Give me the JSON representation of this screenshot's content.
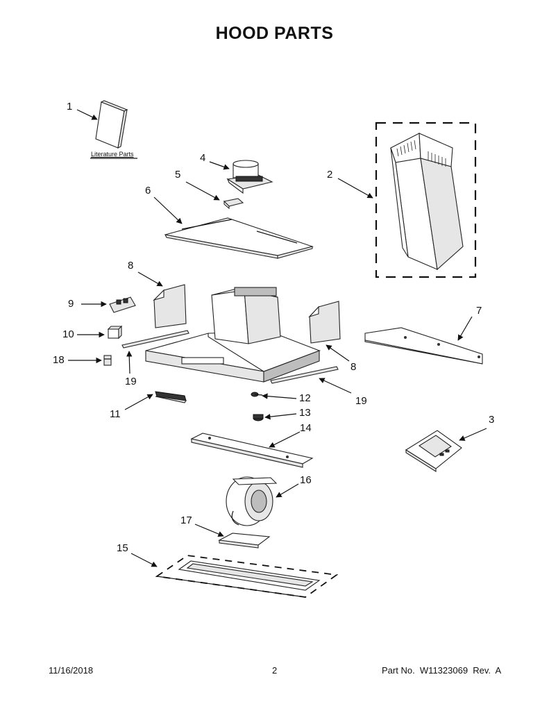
{
  "title": "HOOD PARTS",
  "literature_label": "Literature Parts",
  "callouts": [
    "1",
    "2",
    "3",
    "4",
    "5",
    "6",
    "7",
    "8",
    "8",
    "9",
    "10",
    "11",
    "12",
    "13",
    "14",
    "15",
    "16",
    "17",
    "18",
    "19",
    "19"
  ],
  "footer": {
    "date": "11/16/2018",
    "page": "2",
    "part_no": "Part No.  W11323069  Rev.  A"
  }
}
